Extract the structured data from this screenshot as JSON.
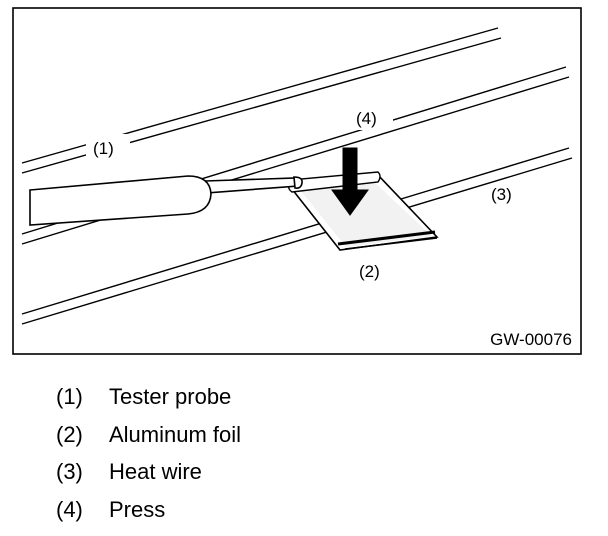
{
  "figure": {
    "callouts": {
      "probe": "(1)",
      "foil": "(2)",
      "wire": "(3)",
      "press": "(4)"
    },
    "code": "GW-00076"
  },
  "legend": [
    {
      "num": "(1)",
      "text": "Tester probe"
    },
    {
      "num": "(2)",
      "text": "Aluminum foil"
    },
    {
      "num": "(3)",
      "text": "Heat wire"
    },
    {
      "num": "(4)",
      "text": "Press"
    }
  ]
}
